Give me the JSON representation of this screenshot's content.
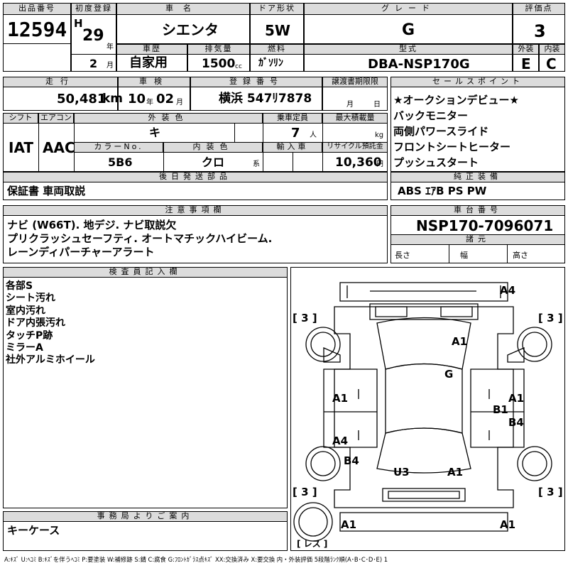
{
  "header": {
    "lot_label": "出品番号",
    "lot_number": "12594",
    "first_reg_label": "初度登録",
    "era_prefix": "H",
    "year": "29",
    "year_unit": "年",
    "month": "2",
    "month_unit": "月",
    "car_name_label": "車名",
    "car_name": "シエンタ",
    "door_label": "ドア形状",
    "door": "5W",
    "grade_label": "グレード",
    "grade": "G",
    "score_label": "評価点",
    "score": "3",
    "history_label": "車歴",
    "history": "自家用",
    "displacement_label": "排気量",
    "displacement": "1500",
    "displacement_unit": "cc",
    "fuel_label": "燃料",
    "fuel": "ｶﾞｿﾘﾝ",
    "model_label": "型式",
    "model": "DBA-NSP170G",
    "exterior_label": "外装",
    "exterior": "E",
    "interior_label": "内装",
    "interior": "C"
  },
  "row2": {
    "mileage_label": "走行",
    "mileage": "50,481",
    "mileage_unit": "km",
    "inspection_label": "車検",
    "inspection_year": "10",
    "inspection_year_unit": "年",
    "inspection_month": "02",
    "inspection_month_unit": "月",
    "registration_label": "登録番号",
    "registration": "横浜 547ﾘ7878",
    "transfer_label": "譲渡書期限限",
    "transfer_month_unit": "月",
    "transfer_day_unit": "日",
    "shift_label": "シフト",
    "shift": "IAT",
    "ac_label": "エアコン",
    "ac": "AAC",
    "exterior_color_label": "外装色",
    "exterior_color": "キ",
    "capacity_label": "乗車定員",
    "capacity": "7",
    "capacity_unit": "人",
    "load_label": "最大積載量",
    "load_unit": "kg",
    "color_no_label": "カラーNo.",
    "color_no": "5B6",
    "interior_color_label": "内装色",
    "interior_color": "クロ",
    "interior_color_unit": "系",
    "import_label": "輸入車",
    "recycle_label": "リサイクル預託金",
    "recycle": "10,360",
    "recycle_unit": "円",
    "later_parts_label": "後日発送部品",
    "later_parts": "保証書 車両取説"
  },
  "sales_points": {
    "label": "セールスポイント",
    "items": [
      "★オークションデビュー★",
      "バックモニター",
      "両側パワースライド",
      "フロントシートヒーター",
      "プッシュスタート"
    ]
  },
  "equipment": {
    "label": "純正装備",
    "value": "ABS ｴｱB PS PW"
  },
  "notes": {
    "label": "注意事項欄",
    "lines": [
      "ナビ (W66T). 地デジ. ナビ取説欠",
      "プリクラッシュセーフティ. オートマチックハイビーム.",
      "レーンディパーチャーアラート"
    ]
  },
  "chassis": {
    "label": "車台番号",
    "value": "NSP170-7096071",
    "specs_label": "諸元",
    "length_label": "長さ",
    "width_label": "幅",
    "height_label": "高さ"
  },
  "inspector": {
    "label": "検査員記入欄",
    "lines": [
      "各部S",
      "シート汚れ",
      "室内汚れ",
      "ドア内張汚れ",
      "タッチP跡",
      "ミラーA",
      "社外アルミホイール"
    ]
  },
  "office": {
    "label": "事務局よりご案内",
    "value": "キーケース"
  },
  "diagram": {
    "marks": {
      "roof_rear": "A4",
      "roof": "A1",
      "glass": "G",
      "left_front_door": "A1",
      "right_front_door": "A1",
      "right_b": "B1",
      "right_rear_door": "B4",
      "left_rear_door": "A4",
      "left_quarter": "B4",
      "tailgate_left": "U3",
      "tailgate_right": "A1",
      "bottom_left": "A1",
      "bottom_right": "A1"
    },
    "tire_score": "3",
    "spare_label": "レス"
  },
  "legend": "A:ｷｽﾞ U:ﾍｺﾐ B:ｷｽﾞを伴うﾍｺﾐ P:要塗装 W:補修跡 S:錆 C:腐食 G:ﾌﾛﾝﾄｶﾞﾗｽ点ｷｽﾞ XX:交換済み X:要交換 内・外装評価 5段階ﾗﾝｸ順(A･B･C･D･E) 1"
}
